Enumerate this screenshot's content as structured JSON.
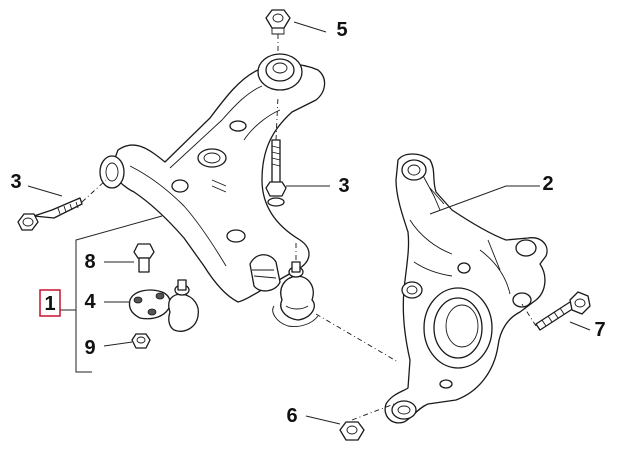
{
  "diagram": {
    "callouts": [
      {
        "id": "c1",
        "label": "1",
        "highlight_color": "#c8102e"
      },
      {
        "id": "c2",
        "label": "2"
      },
      {
        "id": "c3a",
        "label": "3"
      },
      {
        "id": "c3b",
        "label": "3"
      },
      {
        "id": "c4",
        "label": "4"
      },
      {
        "id": "c5",
        "label": "5"
      },
      {
        "id": "c6",
        "label": "6"
      },
      {
        "id": "c7",
        "label": "7"
      },
      {
        "id": "c8",
        "label": "8"
      },
      {
        "id": "c9",
        "label": "9"
      }
    ]
  }
}
